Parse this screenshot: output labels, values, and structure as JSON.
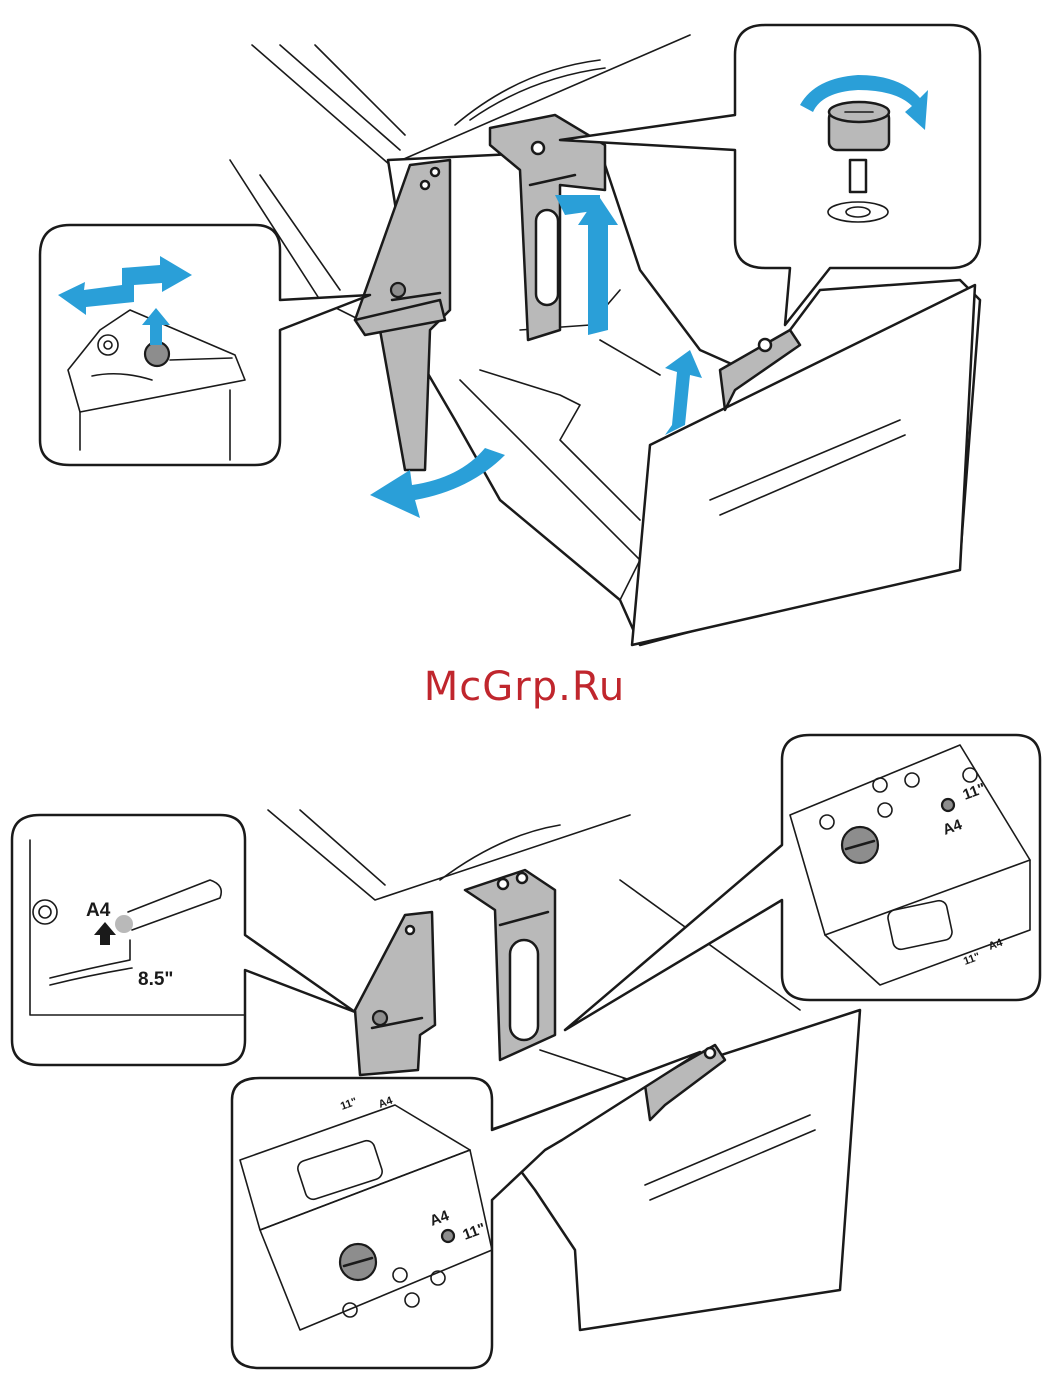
{
  "watermark": "McGrp.Ru",
  "figure_top": {
    "description_icons": [
      "guide-move-arrows",
      "thumbscrew-remove-arrow",
      "guide-swing-arrow",
      "guide-lift-arrow"
    ]
  },
  "figure_bottom": {
    "inset_left": {
      "label_a4": "A4",
      "label_letter": "8.5\""
    },
    "inset_right": {
      "label_a4": "A4",
      "label_11in": "11\""
    },
    "inset_bottom": {
      "label_a4": "A4",
      "label_11in": "11\""
    },
    "tray_marks": {
      "label_a4_small": "A4",
      "label_11in_small": "11\""
    }
  },
  "colors": {
    "arrow_blue": "#2a9fd8",
    "guide_gray": "#b9b9b9",
    "watermark_red": "#c0262d"
  }
}
